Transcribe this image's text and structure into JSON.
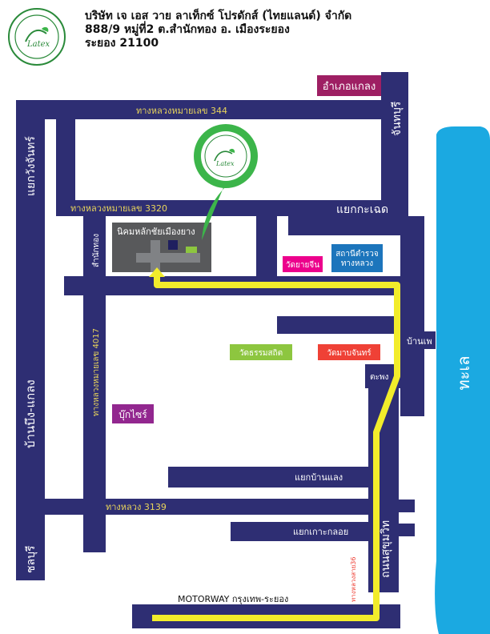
{
  "company": {
    "name": "บริษัท เจ เอส วาย ลาเท็กซ์ โปรดักส์ (ไทยแลนด์) จำกัด",
    "address1": "888/9 หมู่ที่2 ต.สำนักทอง อ. เมืองระยอง",
    "address2": "ระยอง 21100",
    "logo_text": "Latex"
  },
  "colors": {
    "road": "#2e2e73",
    "route": "#f2ec2b",
    "sea": "#1ba9e1",
    "pin": "#3cb54a",
    "estate": "#58595b",
    "label_yellow": "#e9d55b"
  },
  "labels": {
    "amphoe_klaeng": "อำเภอแกลง",
    "chanthaburi": "จันทบุรี",
    "highway_344": "ทางหลวงหมายเลข 344",
    "yaek_wang_chan": "แยกวังจันทร์",
    "highway_3320": "ทางหลวงหมายเลข 3320",
    "yaek_kachet": "แยกกะเฉด",
    "samnak_thong": "สำนักทอง",
    "industrial_estate": "นิคมหลักชัยเมืองยาง",
    "wat_yai_chin": "วัดยายจีน",
    "police_station": "สถานีตำรวจ\nทางหลวง",
    "highway_4017": "ทางหลวงหมายเลข 4017",
    "ban_phe": "บ้านเพ",
    "wat_thammasathit": "วัดธรรมสถิต",
    "wat_map_chan": "วัดมาบจันทร์",
    "ta_phong": "ตะพง",
    "sea": "ทะเล",
    "ban_bueng_klaeng": "บ้านบึง-แกลง",
    "boonsri": "บุ๊กไซร์",
    "yaek_ban_laeng": "แยกบ้านแลง",
    "highway_3139": "ทางหลวง 3139",
    "yaek_ko_kloi": "แยกเกาะกลอย",
    "chonburi": "ชลบุรี",
    "sukhumvit": "ถนนสุขุมวิท",
    "highway_36": "ทางหลวงสาย36",
    "motorway": "MOTORWAY กรุงเทพ-ระยอง"
  }
}
